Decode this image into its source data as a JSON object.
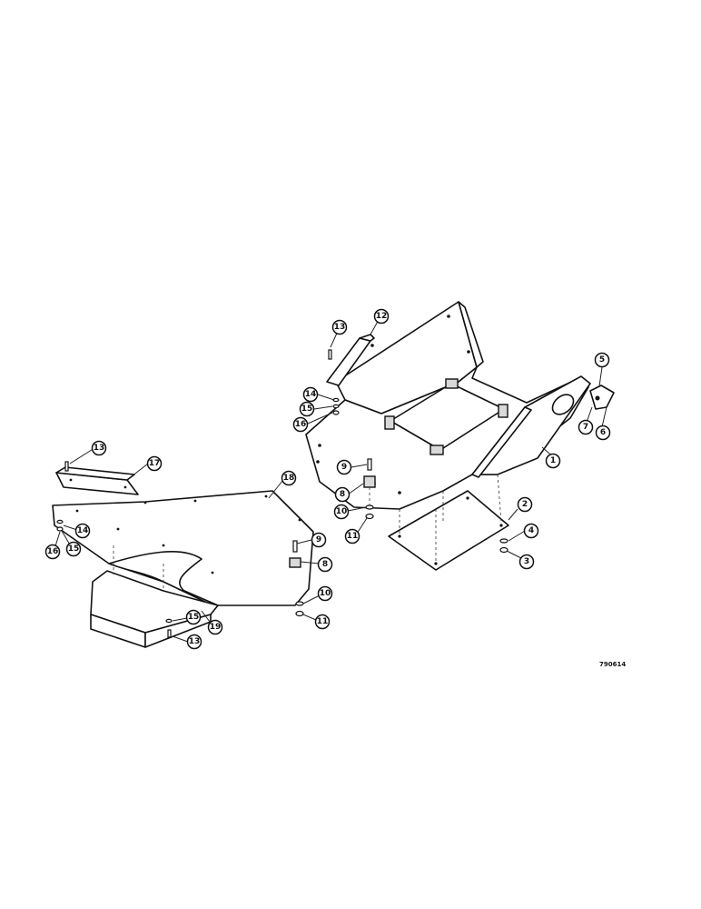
{
  "figure": {
    "reference_code": "790614",
    "callouts": [
      {
        "id": "c1",
        "label": "1"
      },
      {
        "id": "c2",
        "label": "2"
      },
      {
        "id": "c3",
        "label": "3"
      },
      {
        "id": "c4",
        "label": "4"
      },
      {
        "id": "c5",
        "label": "5"
      },
      {
        "id": "c6",
        "label": "6"
      },
      {
        "id": "c7",
        "label": "7"
      },
      {
        "id": "c8a",
        "label": "8"
      },
      {
        "id": "c9a",
        "label": "9"
      },
      {
        "id": "c10a",
        "label": "10"
      },
      {
        "id": "c11a",
        "label": "11"
      },
      {
        "id": "c12",
        "label": "12"
      },
      {
        "id": "c13a",
        "label": "13"
      },
      {
        "id": "c14a",
        "label": "14"
      },
      {
        "id": "c15a",
        "label": "15"
      },
      {
        "id": "c16a",
        "label": "16"
      },
      {
        "id": "c13b",
        "label": "13"
      },
      {
        "id": "c17",
        "label": "17"
      },
      {
        "id": "c18",
        "label": "18"
      },
      {
        "id": "c14b",
        "label": "14"
      },
      {
        "id": "c16b",
        "label": "16"
      },
      {
        "id": "c15b",
        "label": "15"
      },
      {
        "id": "c9b",
        "label": "9"
      },
      {
        "id": "c8b",
        "label": "8"
      },
      {
        "id": "c10b",
        "label": "10"
      },
      {
        "id": "c11b",
        "label": "11"
      },
      {
        "id": "c15c",
        "label": "15"
      },
      {
        "id": "c19",
        "label": "19"
      },
      {
        "id": "c13c",
        "label": "13"
      }
    ]
  }
}
